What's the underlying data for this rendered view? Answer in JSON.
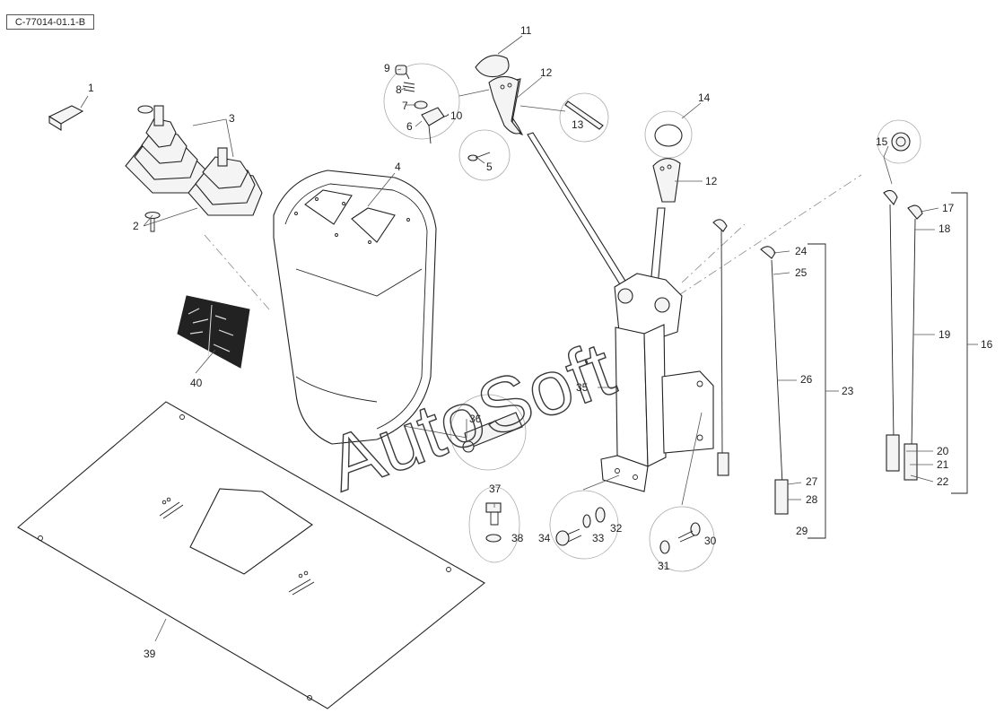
{
  "drawing_code": "C-77014-01.1-B",
  "watermark": "AutoSoft",
  "callouts": [
    "1",
    "2",
    "3",
    "4",
    "5",
    "6",
    "7",
    "8",
    "9",
    "10",
    "11",
    "12",
    "13",
    "14",
    "12",
    "15",
    "16",
    "17",
    "18",
    "19",
    "20",
    "21",
    "22",
    "23",
    "24",
    "25",
    "26",
    "27",
    "28",
    "29",
    "30",
    "31",
    "32",
    "33",
    "34",
    "35",
    "36",
    "37",
    "38",
    "39",
    "40"
  ]
}
